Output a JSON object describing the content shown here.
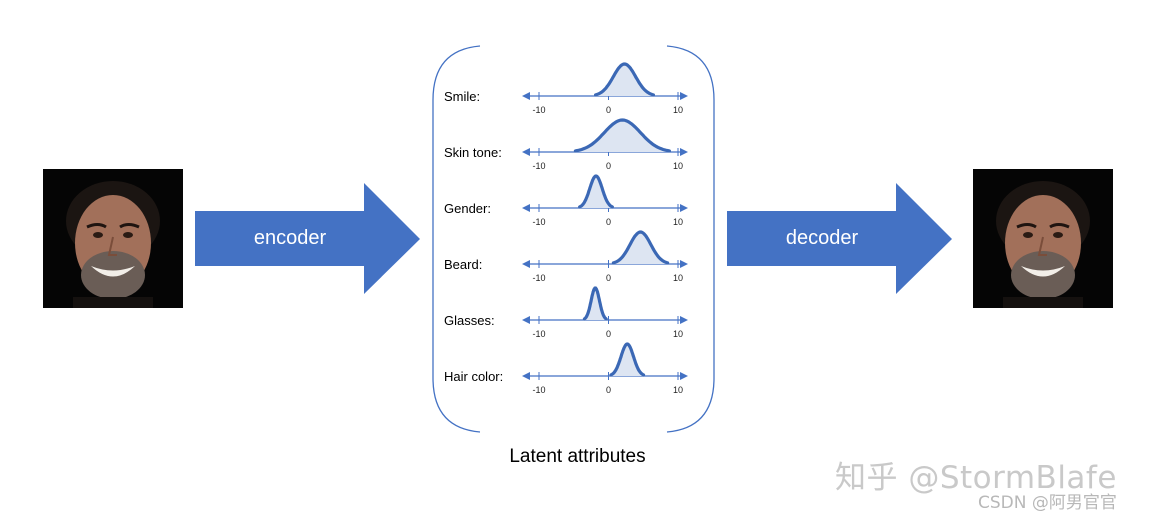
{
  "encoder_label": "encoder",
  "decoder_label": "decoder",
  "latent_caption": "Latent attributes",
  "colors": {
    "accent": "#4472C4",
    "curve": "#3B68B5",
    "fill": "#DDE5F2",
    "face_bg": "#050505"
  },
  "axis_ticks": {
    "min_label": "-10",
    "zero_label": "0",
    "max_label": "10",
    "range": [
      -10,
      10
    ]
  },
  "attributes": [
    {
      "label": "Smile:",
      "mean": 2.3,
      "spread": 1.6
    },
    {
      "label": "Skin tone:",
      "mean": 2.0,
      "spread": 2.6
    },
    {
      "label": "Gender:",
      "mean": -1.8,
      "spread": 0.9
    },
    {
      "label": "Beard:",
      "mean": 4.6,
      "spread": 1.5
    },
    {
      "label": "Glasses:",
      "mean": -1.9,
      "spread": 0.6
    },
    {
      "label": "Hair color:",
      "mean": 2.7,
      "spread": 0.9
    }
  ],
  "watermark": {
    "zhihu": "知乎 @StormBlafe",
    "csdn": "CSDN @阿男官官"
  }
}
